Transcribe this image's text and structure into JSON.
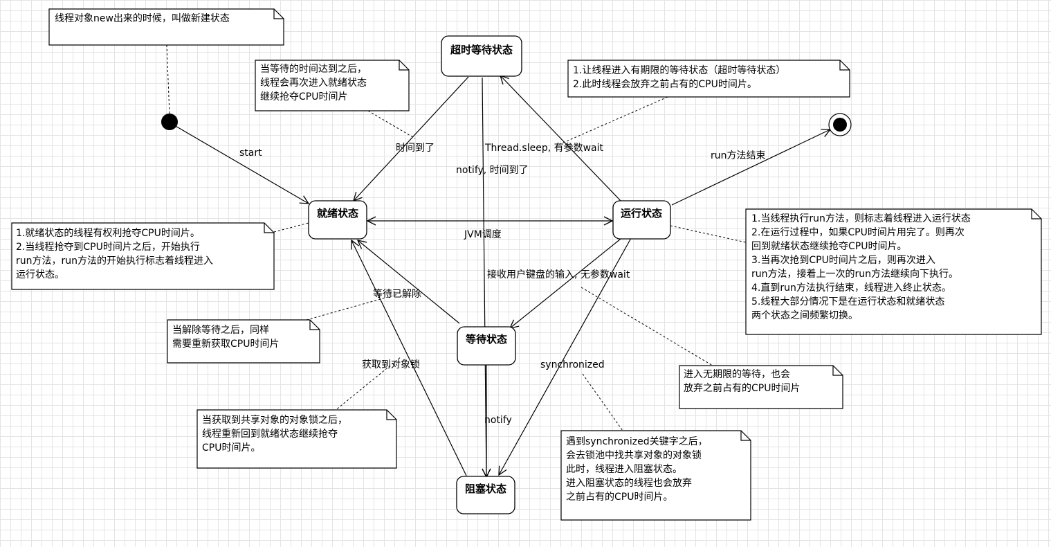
{
  "states": {
    "timed_waiting": "超时等待状态",
    "ready": "就绪状态",
    "running": "运行状态",
    "waiting": "等待状态",
    "blocked": "阻塞状态"
  },
  "transitions": {
    "start": "start",
    "timeout_to_ready": "时间到了",
    "sleep_wait": "Thread.sleep, 有参数wait",
    "notify_timeout": "notify, 时间到了",
    "run_end": "run方法结束",
    "jvm_schedule": "JVM调度",
    "keyboard_wait": "接收用户键盘的输入, 无参数wait",
    "wait_released": "等待已解除",
    "got_lock": "获取到对象锁",
    "synchronized": "synchronized",
    "notify": "notify"
  },
  "notes": {
    "new_state": [
      "线程对象new出来的时候，叫做新建状态"
    ],
    "timeout_reached": [
      "当等待的时间达到之后，",
      "线程会再次进入就绪状态",
      "继续抢夺CPU时间片"
    ],
    "timed_wait": [
      "1.让线程进入有期限的等待状态（超时等待状态）",
      "2.此时线程会放弃之前占有的CPU时间片。"
    ],
    "ready_desc": [
      "1.就绪状态的线程有权利抢夺CPU时间片。",
      "2.当线程抢夺到CPU时间片之后，开始执行",
      "run方法，run方法的开始执行标志着线程进入",
      "运行状态。"
    ],
    "running_desc": [
      "1.当线程执行run方法，则标志着线程进入运行状态",
      "2.在运行过程中，如果CPU时间片用完了。则再次",
      "回到就绪状态继续抢夺CPU时间片。",
      "3.当再次抢到CPU时间片之后，则再次进入",
      "run方法，接着上一次的run方法继续向下执行。",
      "4.直到run方法执行结束，线程进入终止状态。",
      "5.线程大部分情况下是在运行状态和就绪状态",
      "两个状态之间频繁切换。"
    ],
    "wait_released": [
      "当解除等待之后，同样",
      "需要重新获取CPU时间片"
    ],
    "indefinite_wait": [
      "进入无期限的等待，也会",
      "放弃之前占有的CPU时间片"
    ],
    "lock_acquired": [
      "当获取到共享对象的对象锁之后，",
      "线程重新回到就绪状态继续抢夺",
      "CPU时间片。"
    ],
    "sync_desc": [
      "遇到synchronized关键字之后，",
      "会去锁池中找共享对象的对象锁",
      "此时，线程进入阻塞状态。",
      "进入阻塞状态的线程也会放弃",
      "之前占有的CPU时间片。"
    ]
  }
}
